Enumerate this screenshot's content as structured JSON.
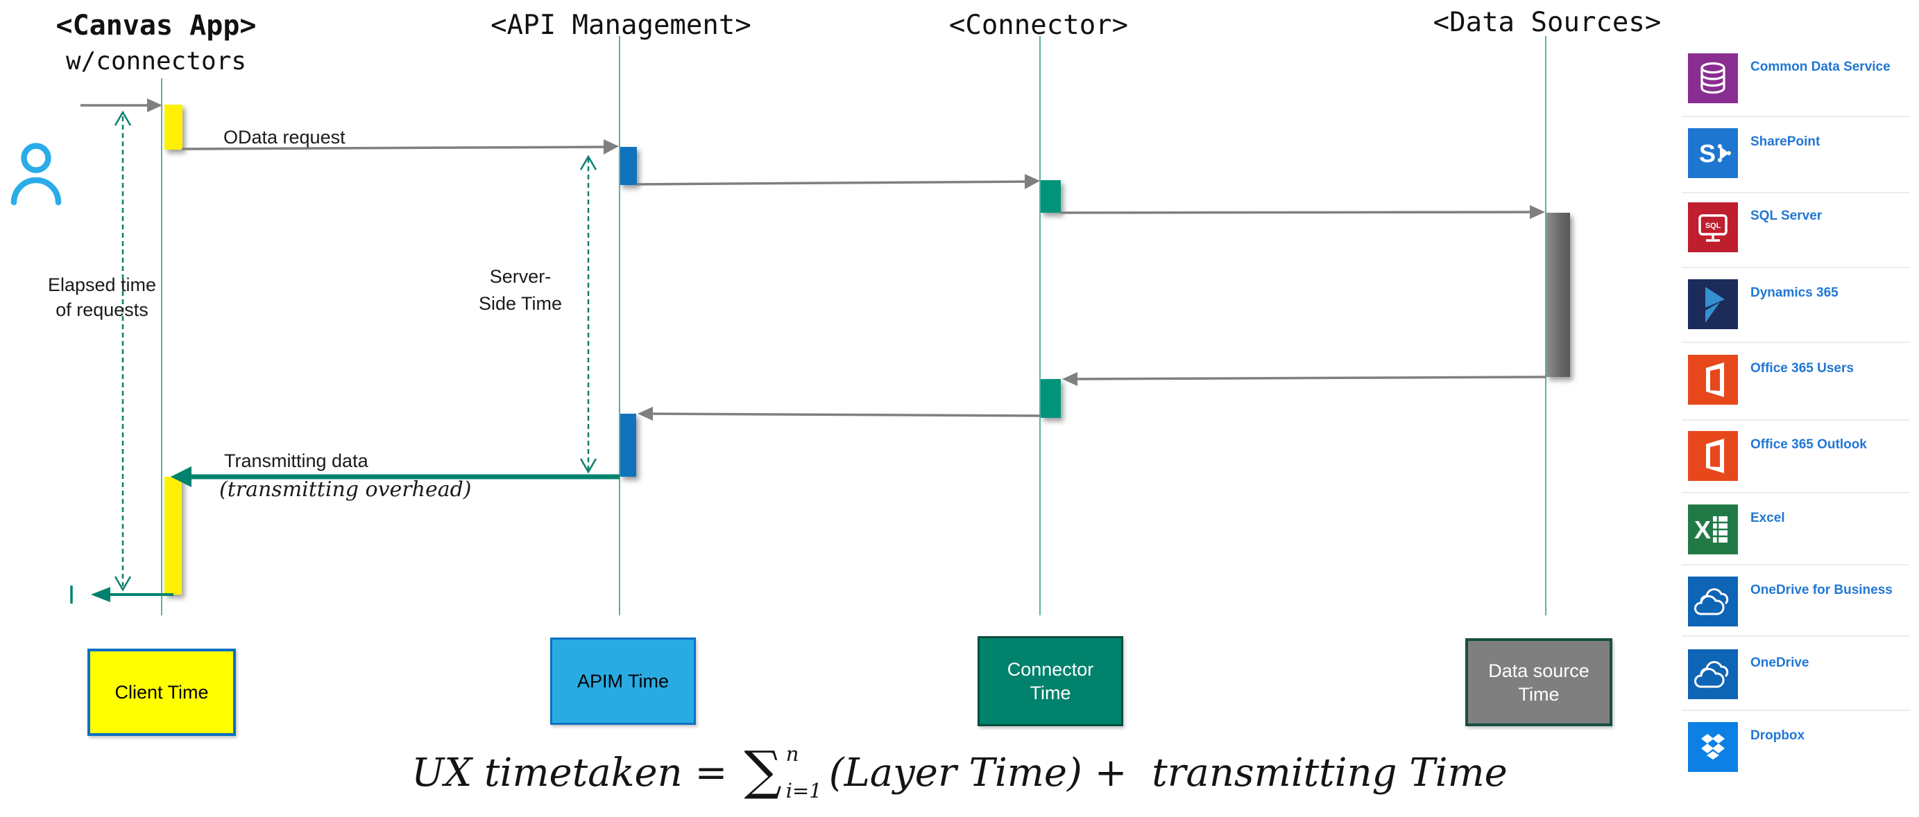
{
  "diagram": {
    "actors": {
      "canvas_app": {
        "title": "<Canvas App>",
        "subtitle": "w/connectors"
      },
      "api_management": {
        "title": "<API Management>"
      },
      "connector": {
        "title": "<Connector>"
      },
      "data_sources": {
        "title": "<Data Sources>"
      }
    },
    "messages": {
      "odata_request": "OData request",
      "transmitting_data": "Transmitting data",
      "transmitting_overhead": "(transmitting overhead)"
    },
    "annotations": {
      "elapsed_time_line1": "Elapsed time",
      "elapsed_time_line2": "of requests",
      "server_side_line1": "Server-",
      "server_side_line2": "Side Time"
    },
    "colors": {
      "lifeline": "#5AB1A4",
      "message_arrow": "#7F7F7F",
      "measure_arrow": "#0C7E6E",
      "transmitting_arrow": "#00826E",
      "client_bar": "#FFF101",
      "apim_bar": "#1173BD",
      "connector_bar": "#00947C",
      "data_source_bar": "#6B6B6B",
      "user_icon": "#2AACE9"
    }
  },
  "legend": {
    "client": {
      "label": "Client Time",
      "fill": "#FFFF00",
      "border": "#0C71C3",
      "text_color": "#000000"
    },
    "apim": {
      "label": "APIM Time",
      "fill": "#29ABE2",
      "border": "#0C71C3",
      "text_color": "#000000"
    },
    "connector": {
      "label_line1": "Connector",
      "label_line2": "Time",
      "fill": "#00826C",
      "border": "#0A4D3E",
      "text_color": "#FFFFFF"
    },
    "data_source": {
      "label_line1": "Data source",
      "label_line2": "Time",
      "fill": "#7F7F7F",
      "border": "#175043",
      "text_color": "#FFFFFF"
    }
  },
  "formula": {
    "pre": "UX timetaken =",
    "sigma": "∑",
    "sup": "n",
    "sub": "i=1",
    "post": "(Layer Time) +  transmitting Time"
  },
  "sidebar": {
    "items": [
      {
        "label": "Common Data Service",
        "icon": "database-icon",
        "color": "#8A2D91"
      },
      {
        "label": "SharePoint",
        "icon": "sharepoint-icon",
        "color": "#1E76D1"
      },
      {
        "label": "SQL Server",
        "icon": "sql-server-icon",
        "color": "#BE1E2D"
      },
      {
        "label": "Dynamics 365",
        "icon": "dynamics-365-icon",
        "color": "#1B2C5B"
      },
      {
        "label": "Office 365 Users",
        "icon": "office-365-users-icon",
        "color": "#E6481C"
      },
      {
        "label": "Office 365 Outlook",
        "icon": "office-365-outlook-icon",
        "color": "#E6481C"
      },
      {
        "label": "Excel",
        "icon": "excel-icon",
        "color": "#217A46"
      },
      {
        "label": "OneDrive for Business",
        "icon": "onedrive-icon",
        "color": "#0E64B5"
      },
      {
        "label": "OneDrive",
        "icon": "onedrive-icon",
        "color": "#0E64B5"
      },
      {
        "label": "Dropbox",
        "icon": "dropbox-icon",
        "color": "#0C80E4"
      }
    ]
  }
}
